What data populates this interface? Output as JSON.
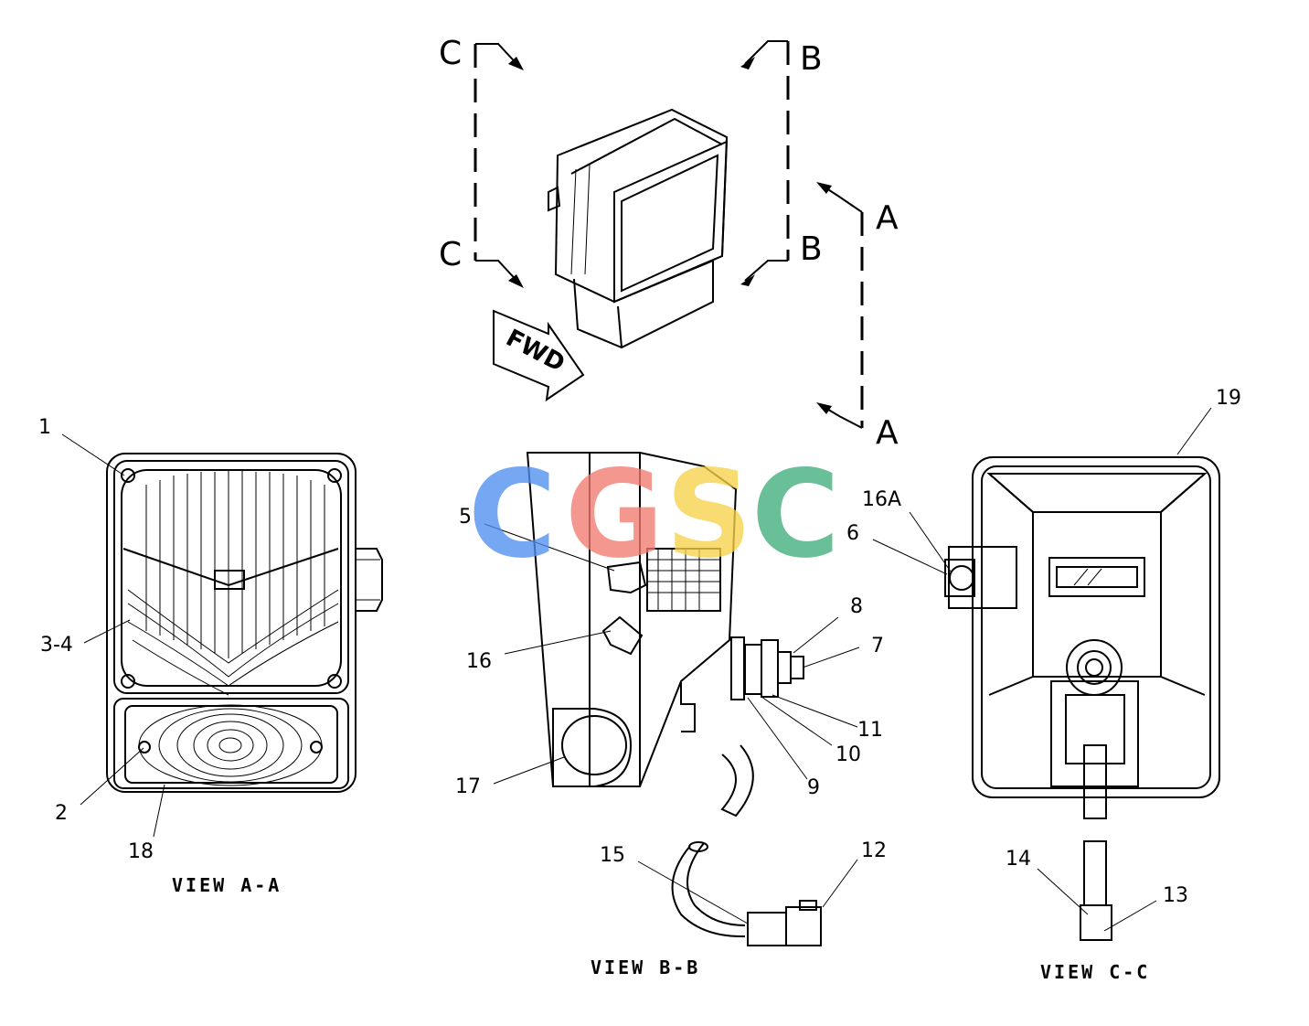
{
  "section_markers": [
    {
      "id": "C",
      "label": "C"
    },
    {
      "id": "B",
      "label": "B"
    },
    {
      "id": "A",
      "label": "A"
    }
  ],
  "fwd_label": "FWD",
  "views": {
    "a": "VIEW A-A",
    "b": "VIEW B-B",
    "c": "VIEW C-C"
  },
  "callouts": [
    "1",
    "2",
    "3-4",
    "18",
    "5",
    "16",
    "17",
    "8",
    "7",
    "11",
    "10",
    "9",
    "15",
    "12",
    "19",
    "16A",
    "6",
    "14",
    "13"
  ],
  "watermark": {
    "letters": [
      "C",
      "G",
      "S",
      "C"
    ],
    "colors": [
      "#4f8ff0",
      "#f07a70",
      "#f7d14a",
      "#3fae7a"
    ]
  }
}
